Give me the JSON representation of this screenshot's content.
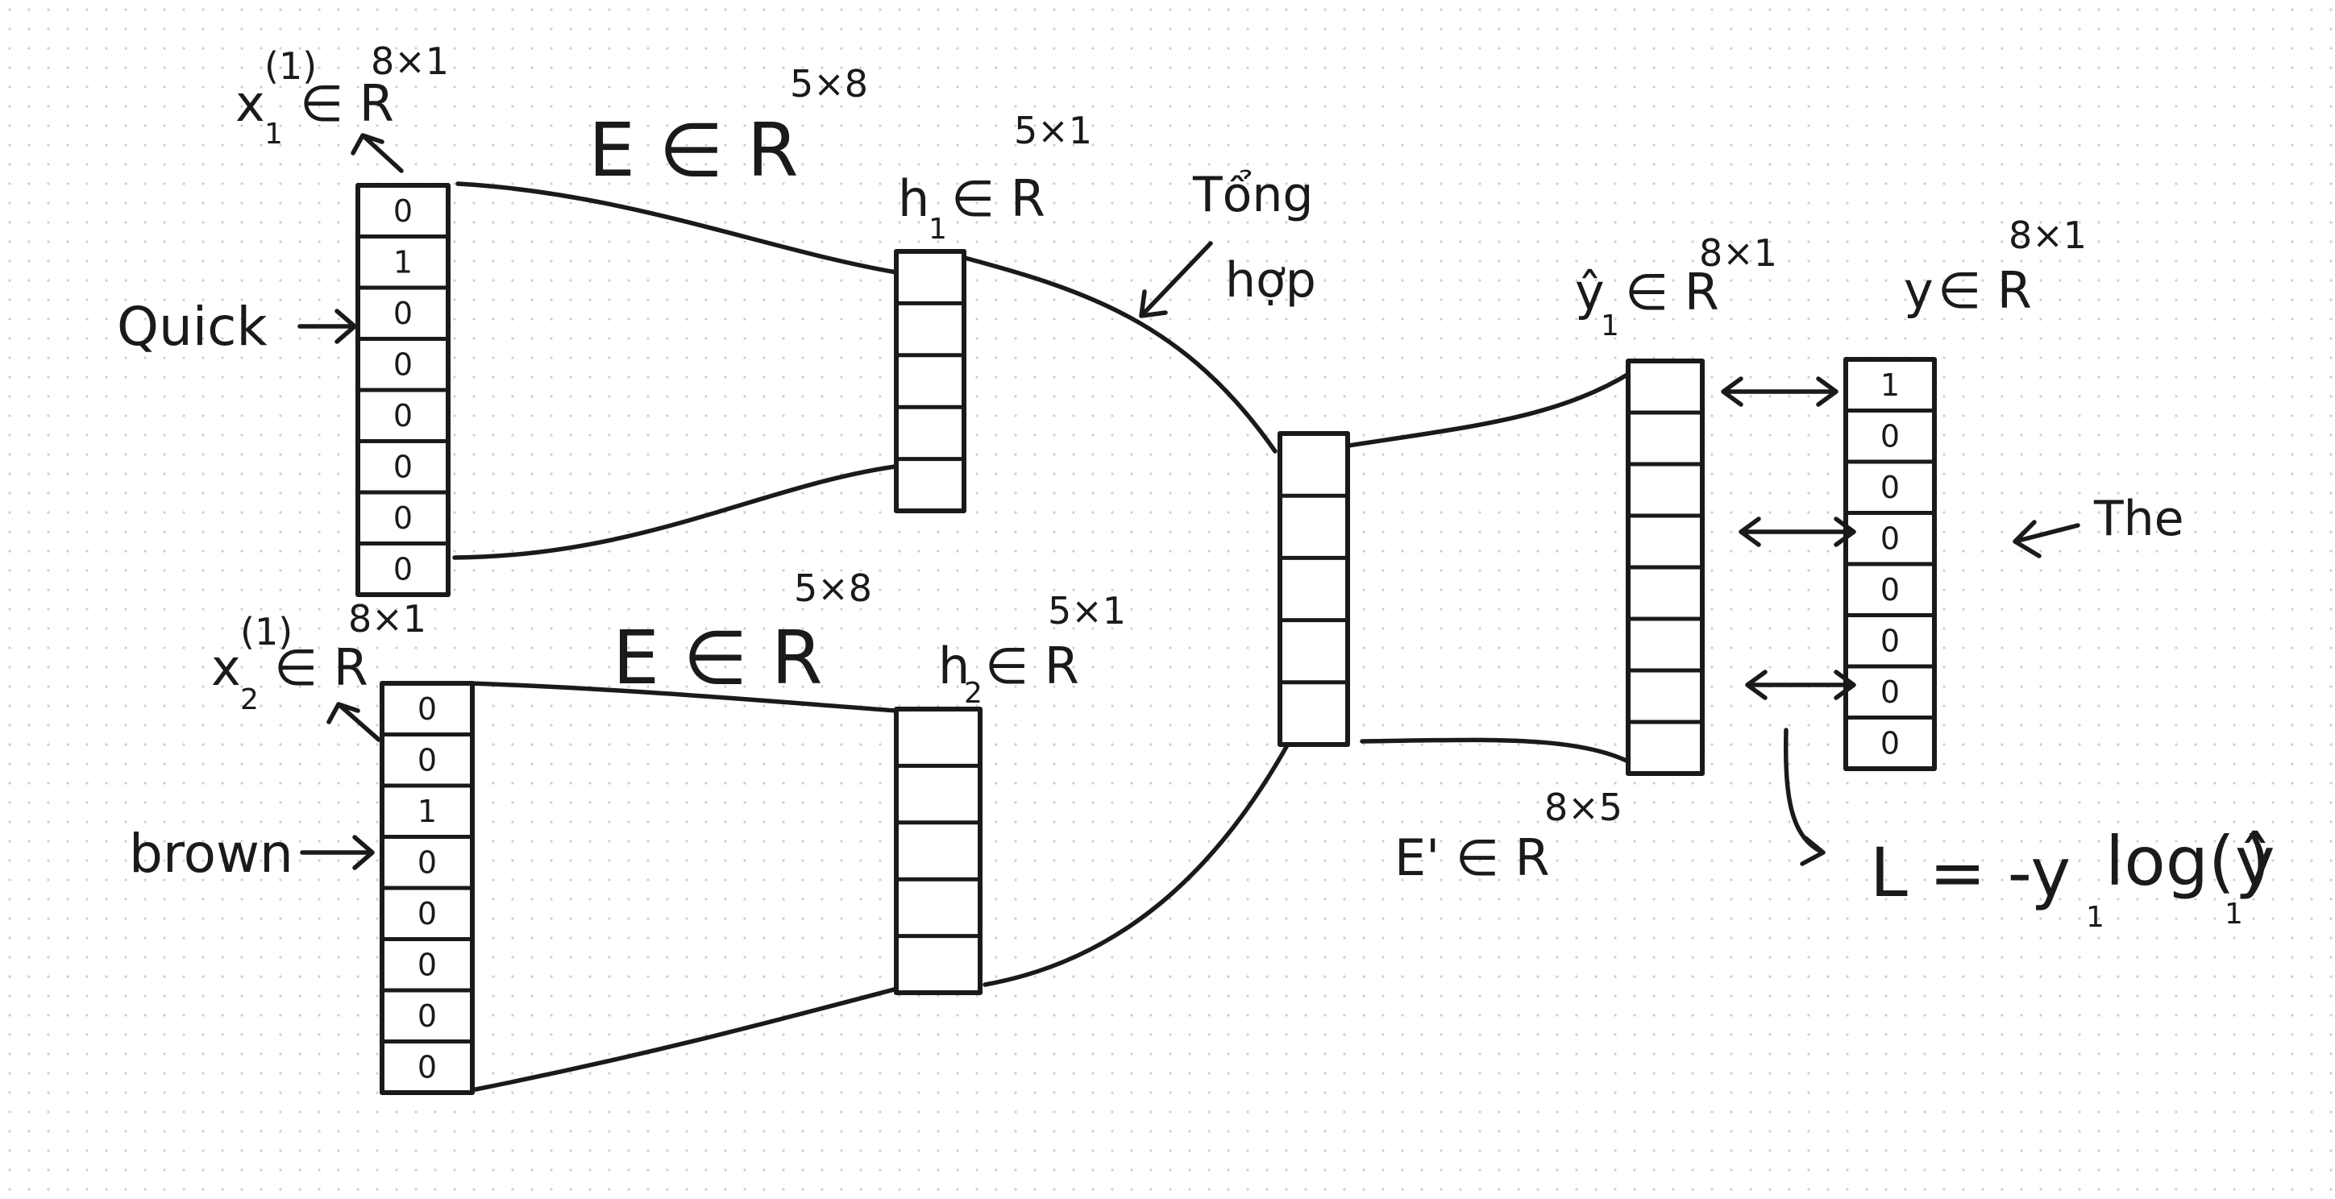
{
  "inputs": {
    "quick": {
      "word": "Quick",
      "label": {
        "base": "x",
        "sup": "(1)",
        "sub": "1",
        "rel": "∈ R",
        "dim": "8×1"
      },
      "cells": [
        "0",
        "1",
        "0",
        "0",
        "0",
        "0",
        "0",
        "0"
      ]
    },
    "brown": {
      "word": "brown",
      "label": {
        "base": "x",
        "sup": "(1)",
        "sub": "2",
        "rel": "∈ R",
        "dim": "8×1"
      },
      "cells": [
        "0",
        "0",
        "1",
        "0",
        "0",
        "0",
        "0",
        "0"
      ]
    }
  },
  "weights": {
    "e_top": {
      "text": "E ∈ R",
      "dim": "5×8"
    },
    "e_bottom": {
      "text": "E ∈ R",
      "dim": "5×8"
    },
    "e_prime": {
      "text": "E' ∈ R",
      "dim": "8×5"
    }
  },
  "hidden": {
    "h1": {
      "base": "h",
      "sub": "1",
      "rel": "∈ R",
      "dim": "5×1"
    },
    "h2": {
      "base": "h",
      "sub": "2",
      "rel": "∈ R",
      "dim": "5×1"
    }
  },
  "combine": {
    "line1": "Tổng",
    "line2": "hợp"
  },
  "prediction": {
    "base": "ŷ",
    "sub": "1",
    "rel": "∈ R",
    "dim": "8×1"
  },
  "target": {
    "label": {
      "base": "y",
      "rel": "∈ R",
      "dim": "8×1"
    },
    "word": "The",
    "cells": [
      "1",
      "0",
      "0",
      "0",
      "0",
      "0",
      "0",
      "0"
    ]
  },
  "loss": {
    "main": "L = -y",
    "sub1": "1",
    "mid": "log(ŷ",
    "sub2": "1",
    "end": ")"
  }
}
